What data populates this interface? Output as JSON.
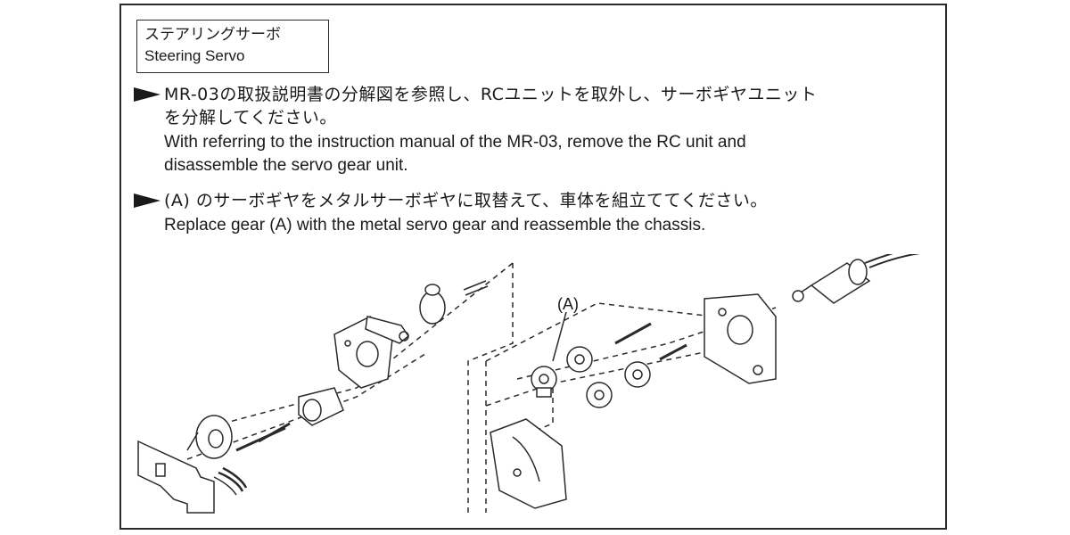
{
  "section": {
    "title_jp": "ステアリングサーボ",
    "title_en": "Steering Servo"
  },
  "steps": [
    {
      "jp_line1": "MR-03の取扱説明書の分解図を参照し、RCユニットを取外し、サーボギヤユニット",
      "jp_line2": "を分解してください。",
      "en_line1": "With referring to the instruction manual of the MR-03, remove the RC unit and",
      "en_line2": "disassemble the servo gear unit."
    },
    {
      "jp_line1": "(A) のサーボギヤをメタルサーボギヤに取替えて、車体を組立ててください。",
      "en_line1": "Replace gear (A) with the metal servo gear and reassemble the chassis."
    }
  ],
  "diagram": {
    "callout_label": "(A)",
    "line_color": "#2a2a2a"
  }
}
